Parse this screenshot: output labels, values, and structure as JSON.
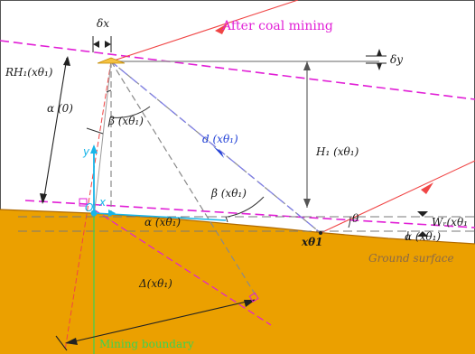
{
  "labels": {
    "title": "After coal mining",
    "dx": "δx",
    "dy": "δy",
    "rh1": "RH₁(xθ₁)",
    "alpha0": "α (0)",
    "beta_top": "β (xθ₁)",
    "d": "d (xθ₁)",
    "h1": "H₁ (xθ₁)",
    "y": "y",
    "x": "x",
    "o": "O",
    "beta_mid": "β (xθ₁)",
    "alpha_mid": "α (xθ₁)",
    "theta": "θ",
    "wr": "Wᵣ(xθ₁",
    "xth": "xθ1",
    "alpha_right": "α (xθ₁)",
    "ground": "Ground surface",
    "delta": "Δ(xθ₁)",
    "mining": "Mining boundary"
  },
  "colors": {
    "ground_fill": "#eba000",
    "magenta": "#e11fd6",
    "red": "#f04545",
    "blue_dash": "#7f7fe5",
    "cyan": "#19b5e8",
    "green": "#39d353"
  }
}
